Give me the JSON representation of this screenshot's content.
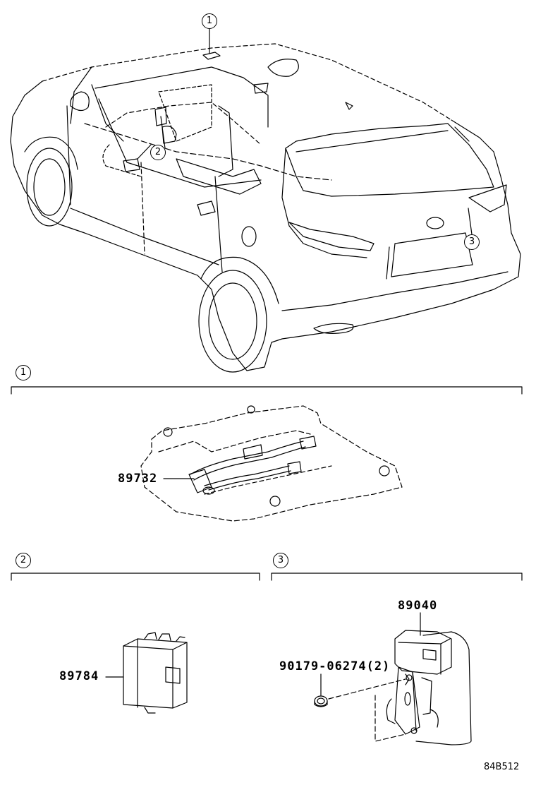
{
  "callouts": {
    "c1": "1",
    "c2": "2",
    "c3": "3"
  },
  "sections": {
    "s1": "1",
    "s2": "2",
    "s3": "3"
  },
  "parts": {
    "p89732": "89732",
    "p89784": "89784",
    "p89040": "89040",
    "p90179": "90179-06274(2)"
  },
  "figure_code": "84B512"
}
